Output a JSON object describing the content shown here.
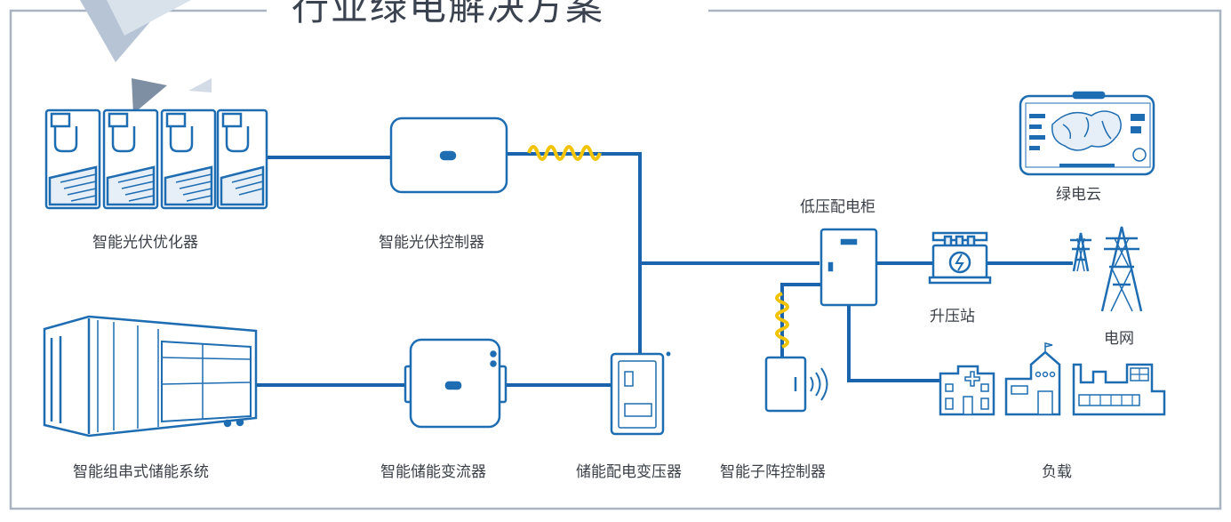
{
  "title": "行业绿电解决方案",
  "labels": {
    "pv_optimizer": "智能光伏优化器",
    "pv_controller": "智能光伏控制器",
    "storage_system": "智能组串式储能系统",
    "storage_converter": "智能储能变流器",
    "storage_transformer": "储能配电变压器",
    "subarray_controller": "智能子阵控制器",
    "lv_cabinet": "低压配电柜",
    "green_cloud": "绿电云",
    "booster_station": "升压站",
    "grid": "电网",
    "load": "负载"
  },
  "colors": {
    "icon_blue": "#1e6db3",
    "line_blue": "#1a64ad",
    "cable_yellow": "#f2c300",
    "frame_gray": "#a9b4c2",
    "text": "#3a3f48"
  }
}
